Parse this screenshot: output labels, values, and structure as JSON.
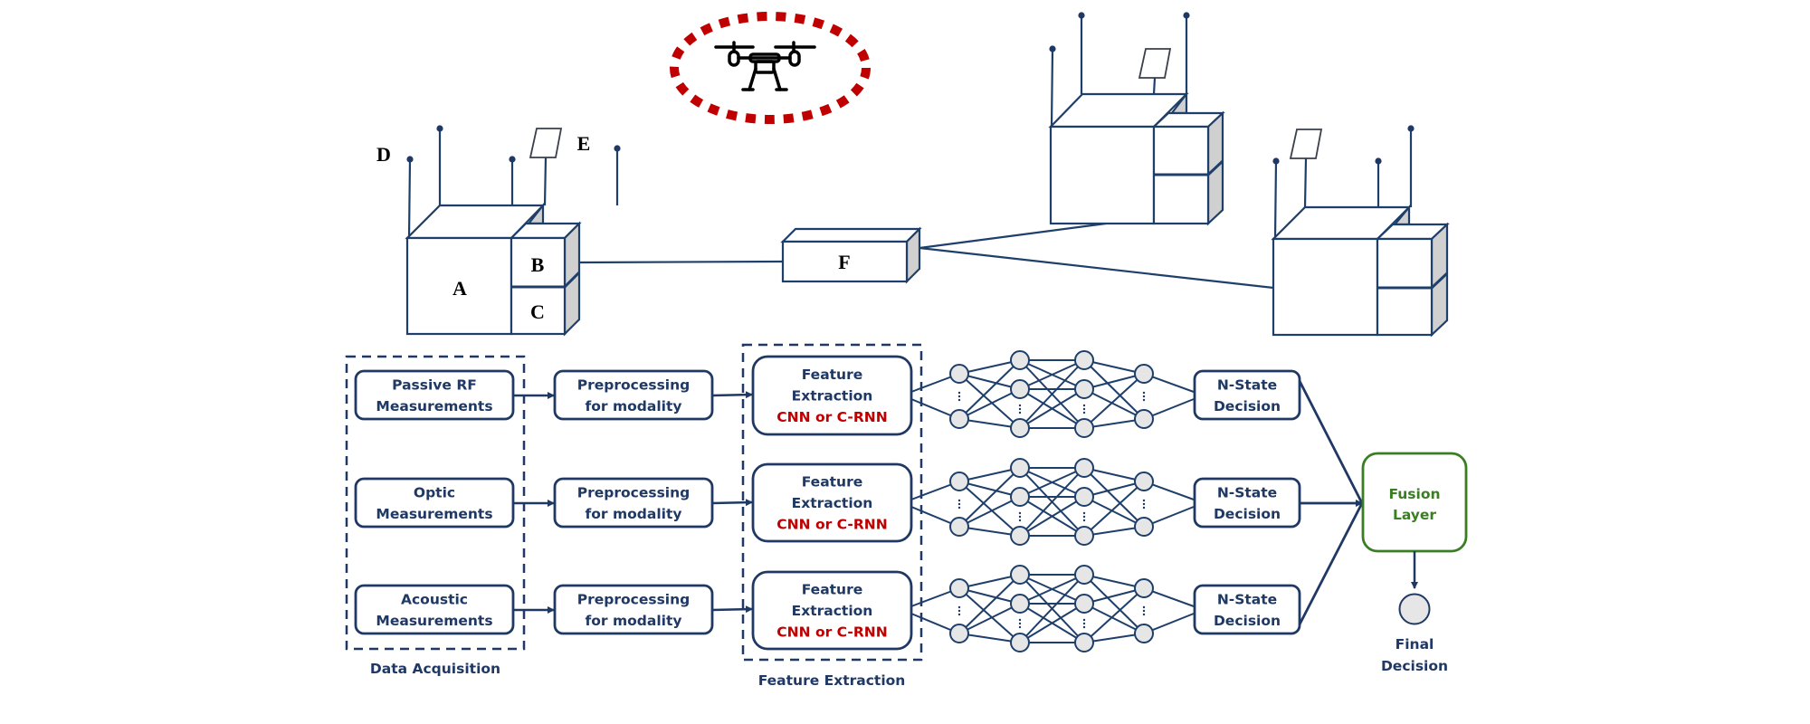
{
  "colors": {
    "navy": "#1F3864",
    "line": "#1F3F6B",
    "red": "#C00000",
    "green": "#3A7D22",
    "node_fill": "#E6E6E6",
    "shade": "#D0D0D0"
  },
  "scene": {
    "target_icon": "drone-icon",
    "labels": {
      "A": "A",
      "B": "B",
      "C": "C",
      "D": "D",
      "E": "E",
      "F": "F"
    }
  },
  "pipeline": {
    "data_acquisition_label": "Data Acquisition",
    "feature_extraction_label": "Feature Extraction",
    "rows": [
      {
        "input": [
          "Passive RF",
          "Measurements"
        ],
        "preprocess": [
          "Preprocessing",
          "for modality"
        ],
        "feature": [
          "Feature",
          "Extraction"
        ],
        "model": "CNN or C-RNN",
        "decision": [
          "N-State",
          "Decision"
        ]
      },
      {
        "input": [
          "Optic",
          "Measurements"
        ],
        "preprocess": [
          "Preprocessing",
          "for modality"
        ],
        "feature": [
          "Feature",
          "Extraction"
        ],
        "model": "CNN or C-RNN",
        "decision": [
          "N-State",
          "Decision"
        ]
      },
      {
        "input": [
          "Acoustic",
          "Measurements"
        ],
        "preprocess": [
          "Preprocessing",
          "for modality"
        ],
        "feature": [
          "Feature",
          "Extraction"
        ],
        "model": "CNN or C-RNN",
        "decision": [
          "N-State",
          "Decision"
        ]
      }
    ],
    "network_layers": [
      2,
      3,
      3,
      2
    ],
    "fusion": [
      "Fusion",
      "Layer"
    ],
    "final": [
      "Final",
      "Decision"
    ]
  }
}
